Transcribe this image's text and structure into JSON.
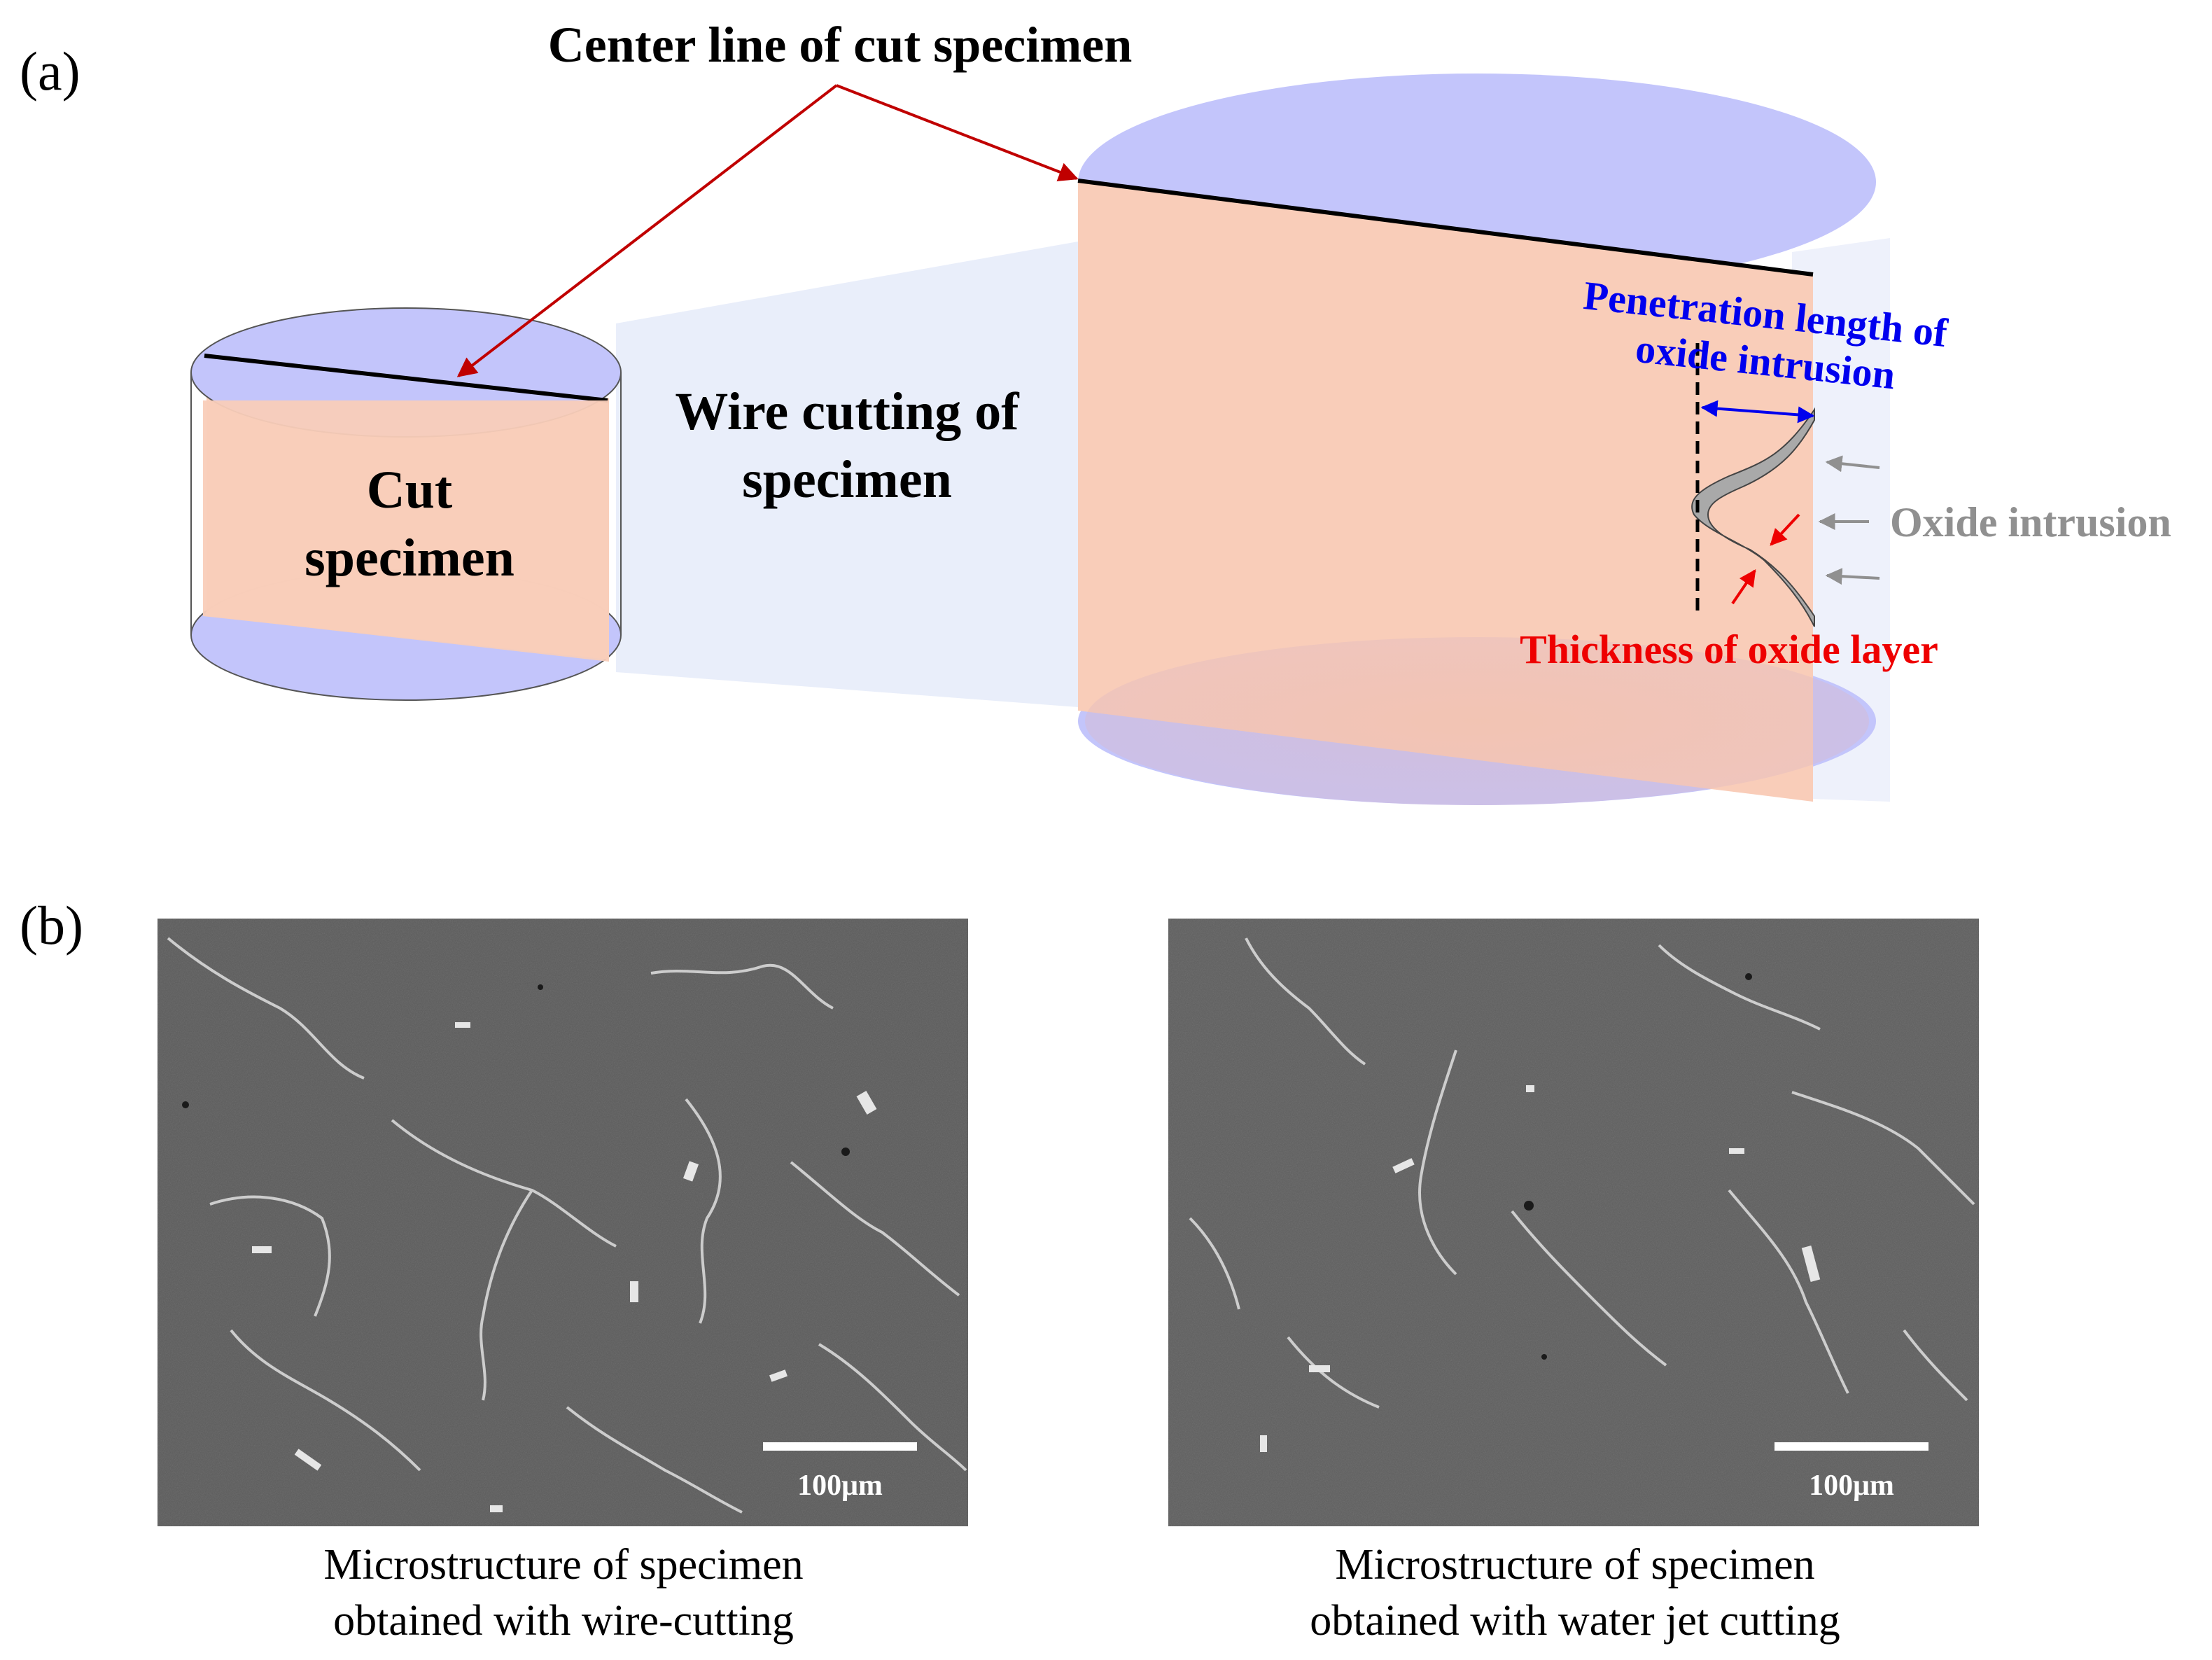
{
  "panel_a": {
    "label": "(a)",
    "center_line_label": "Center line of cut specimen",
    "cut_specimen_line1": "Cut",
    "cut_specimen_line2": "specimen",
    "wire_cutting_line1": "Wire cutting of",
    "wire_cutting_line2": "specimen",
    "penetration_line1": "Penetration length of",
    "penetration_line2": "oxide intrusion",
    "oxide_intrusion_label": "Oxide intrusion",
    "thickness_label": "Thickness of oxide layer"
  },
  "panel_b": {
    "label": "(b)",
    "left": {
      "scale_bar": "100μm",
      "caption_line1": "Microstructure of specimen",
      "caption_line2": "obtained with wire-cutting"
    },
    "right": {
      "scale_bar": "100μm",
      "caption_line1": "Microstructure of specimen",
      "caption_line2": "obtained with water jet cutting"
    }
  },
  "colors": {
    "cylinder_top": "#c3c5fb",
    "cut_face": "#f9cdb9",
    "projection": "#e9eefa",
    "centerline_arrow": "#c00000",
    "penetration_text": "#0000ee",
    "thickness_text": "#ee0000",
    "oxide_gray": "#909090",
    "micrograph_bg": "#5b5b5b"
  }
}
